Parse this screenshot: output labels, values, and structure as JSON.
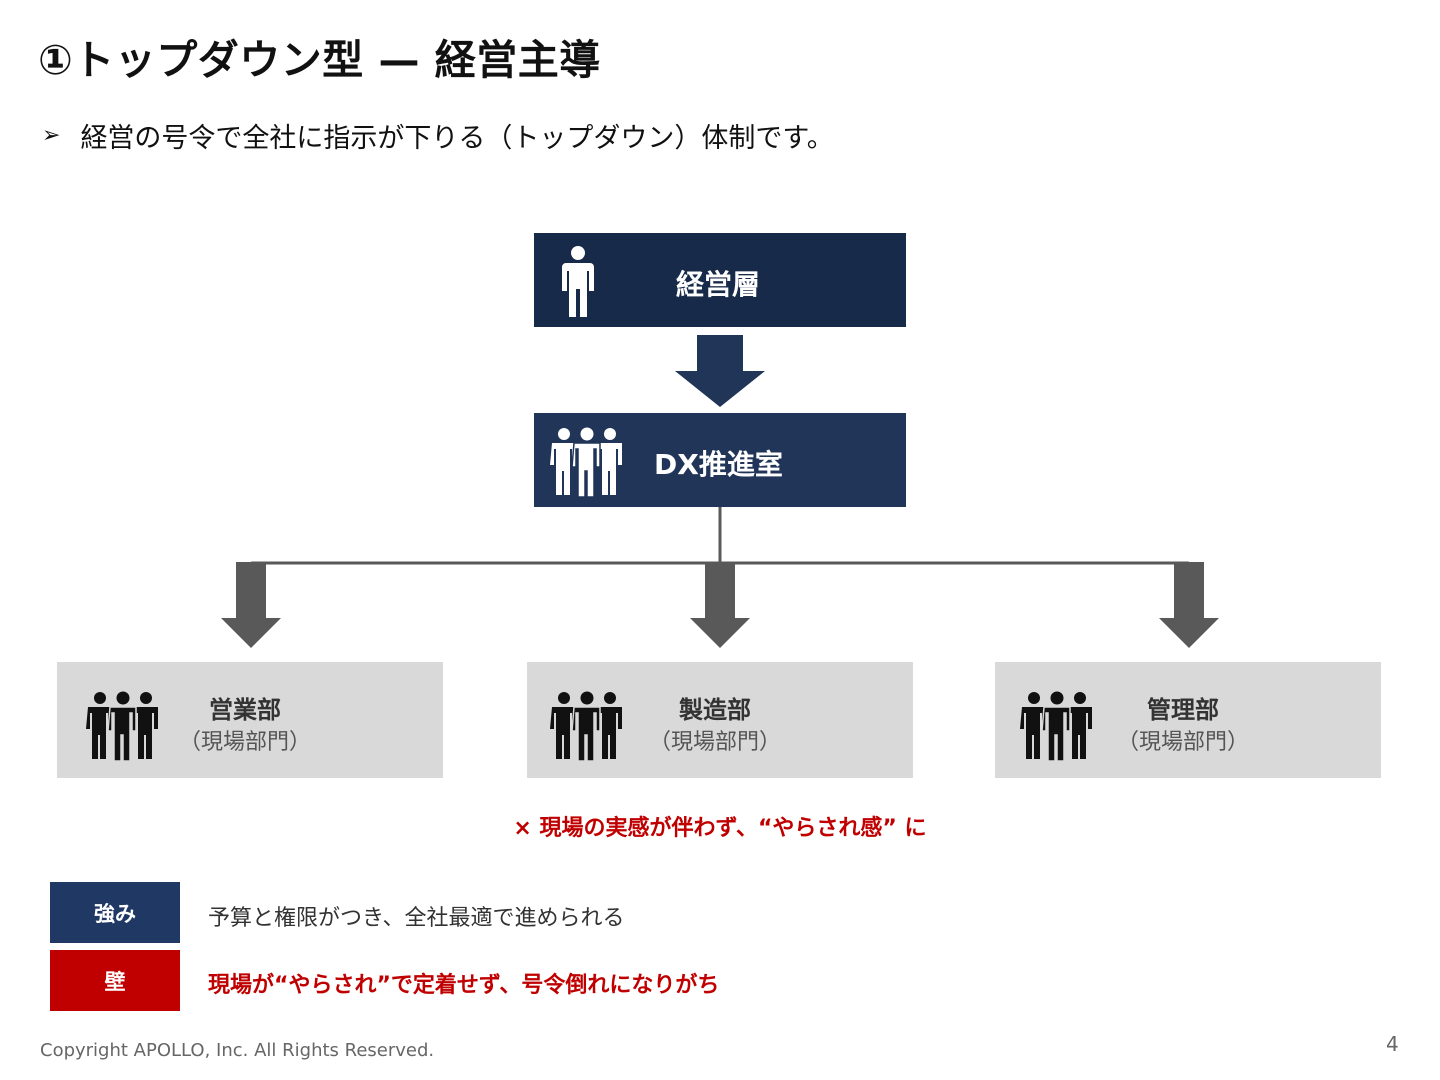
{
  "title": "①トップダウン型 — 経営主導",
  "bullet": {
    "marker": "➢",
    "text": "経営の号令で全社に指示が下りる（トップダウン）体制です。"
  },
  "nodes": {
    "executive": "経営層",
    "dx_office": "DX推進室"
  },
  "departments": [
    {
      "name": "営業部",
      "sub": "（現場部門）"
    },
    {
      "name": "製造部",
      "sub": "（現場部門）"
    },
    {
      "name": "管理部",
      "sub": "（現場部門）"
    }
  ],
  "warning_note": "× 現場の実感が伴わず、“やらされ感” に",
  "summary": {
    "strength_label": "強み",
    "strength_text": "予算と権限がつき、全社最適で進められる",
    "wall_label": "壁",
    "wall_text": "現場が“やらされ”で定着せず、号令倒れになりがち"
  },
  "footer": {
    "copyright": "Copyright APOLLO, Inc. All Rights Reserved.",
    "page_number": "4"
  },
  "colors": {
    "executive_box": "#172a4a",
    "dx_box": "#213559",
    "department_box": "#d9d9d9",
    "strength_tag": "#1f3864",
    "wall_red": "#c00000",
    "gray_arrow": "#595959"
  },
  "icons": {
    "executive": "person-icon",
    "dx_office": "group-icon",
    "departments": "group-icon"
  }
}
